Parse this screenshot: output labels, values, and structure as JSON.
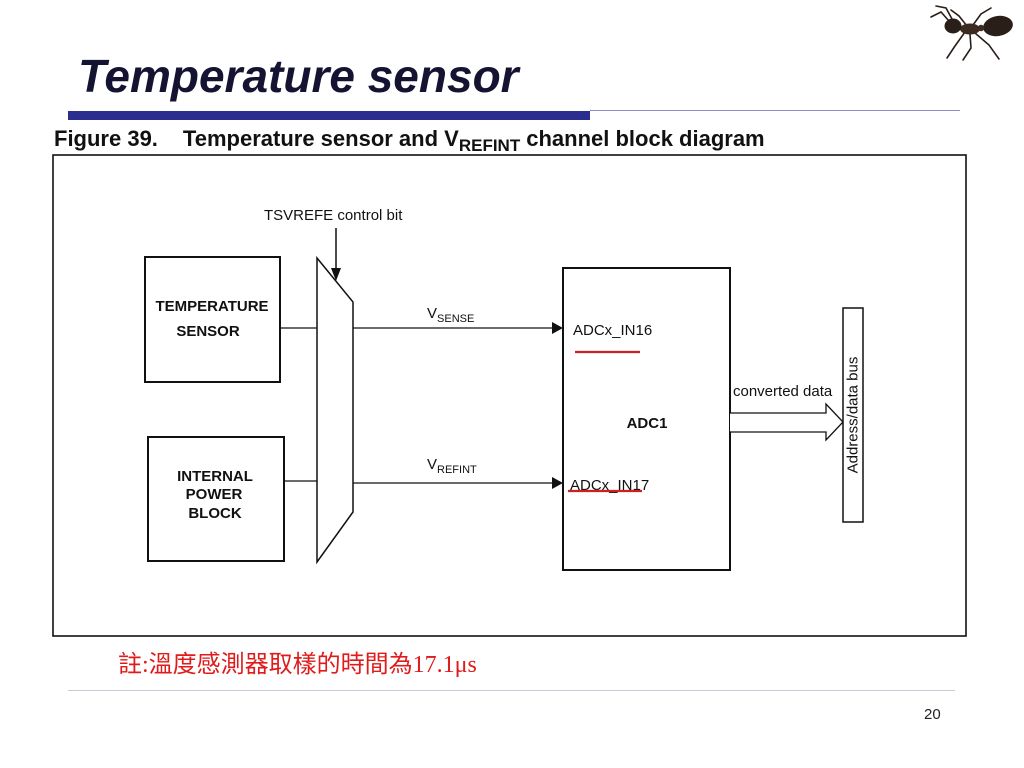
{
  "slide": {
    "title": "Temperature sensor",
    "page_number": "20",
    "note": "註:溫度感測器取樣的時間為17.1μs"
  },
  "figure": {
    "caption": {
      "number": "Figure 39.",
      "text_before": "Temperature sensor and V",
      "subscript": "REFINT",
      "text_after": "channel block diagram"
    },
    "control_bit_label": "TSVREFE control bit",
    "temperature_sensor": [
      "TEMPERATURE",
      "SENSOR"
    ],
    "internal_power_block": [
      "INTERNAL",
      "POWER",
      "BLOCK"
    ],
    "vsense": {
      "main": "V",
      "sub": "SENSE"
    },
    "vrefint": {
      "main": "V",
      "sub": "REFINT"
    },
    "adc": {
      "name": "ADC1",
      "input16": "ADCx_IN16",
      "input17": "ADCx_IN17"
    },
    "converted_data_label": "converted data",
    "bus_label": "Address/data bus"
  },
  "colors": {
    "title_text": "#141432",
    "title_bar": "#2b2e8f",
    "title_rule": "#8d90c2",
    "note_text": "#e01b1b",
    "input_highlight": "#cc1f1f",
    "footer_rule": "#c9c9d6"
  },
  "icons": {
    "corner_picture": "ant-image"
  }
}
